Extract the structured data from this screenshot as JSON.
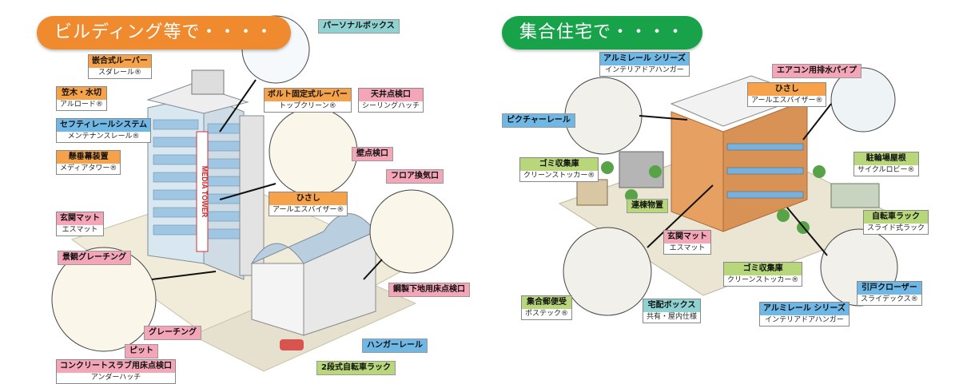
{
  "left_title": "ビルディング等で・・・・",
  "right_title": "集合住宅で・・・・",
  "building_sign": "MEDIA TOWER",
  "left_labels": [
    {
      "title": "嵌合式ルーバー",
      "sub": "スダレール®",
      "color": "orange"
    },
    {
      "title": "笠木・水切",
      "sub": "アルロード®",
      "color": "orange"
    },
    {
      "title": "セフティレールシステム",
      "sub": "メンテナンスレール®",
      "color": "blue"
    },
    {
      "title": "懸垂幕装置",
      "sub": "メディアタワー®",
      "color": "orange"
    },
    {
      "title": "玄関マット",
      "sub": "エスマット",
      "color": "pink"
    },
    {
      "title": "コンクリートスラブ用床点検口",
      "sub": "アンダーハッチ",
      "color": "pink"
    },
    {
      "title": "ボルト固定式ルーバー",
      "sub": "トップクリーン®",
      "color": "orange"
    },
    {
      "title": "天井点検口",
      "sub": "シーリングハッチ",
      "color": "pink"
    },
    {
      "title": "ひさし",
      "sub": "アールエスバイザー®",
      "color": "orange"
    }
  ],
  "left_chips": [
    {
      "text": "パーソナルボックス",
      "color": "teal"
    },
    {
      "text": "壁点検口",
      "color": "pink"
    },
    {
      "text": "フロア換気口",
      "color": "pink"
    },
    {
      "text": "景観グレーチング",
      "color": "pink"
    },
    {
      "text": "グレーチング",
      "color": "pink"
    },
    {
      "text": "ピット",
      "color": "pink"
    },
    {
      "text": "鋼製下地用床点検口",
      "color": "pink"
    },
    {
      "text": "ハンガーレール",
      "color": "blue"
    },
    {
      "text": "2段式自転車ラック",
      "color": "green"
    }
  ],
  "right_labels": [
    {
      "title": "アルミレール シリーズ",
      "sub": "インテリアドアハンガー",
      "color": "blue"
    },
    {
      "title": "ひさし",
      "sub": "アールエスバイザー®",
      "color": "orange"
    },
    {
      "title": "ゴミ収集庫",
      "sub": "クリーンストッカー®",
      "color": "green"
    },
    {
      "title": "駐輪場屋根",
      "sub": "サイクルロビー®",
      "color": "green"
    },
    {
      "title": "自転車ラック",
      "sub": "スライド式ラック",
      "color": "green"
    },
    {
      "title": "玄関マット",
      "sub": "エスマット",
      "color": "pink"
    },
    {
      "title": "ゴミ収集庫",
      "sub": "クリーンストッカー®",
      "color": "green"
    },
    {
      "title": "集合郵便受",
      "sub": "ポステック®",
      "color": "green"
    },
    {
      "title": "宅配ボックス",
      "sub": "共有・屋内仕様",
      "color": "teal"
    },
    {
      "title": "引戸クローザー",
      "sub": "スライデックス®",
      "color": "blue"
    },
    {
      "title": "アルミレール シリーズ",
      "sub": "インテリアドアハンガー",
      "color": "blue"
    }
  ],
  "right_chips": [
    {
      "text": "エアコン用排水パイプ",
      "color": "pink"
    },
    {
      "text": "ピクチャーレール",
      "color": "blue"
    },
    {
      "text": "連棟物置",
      "color": "green"
    }
  ]
}
